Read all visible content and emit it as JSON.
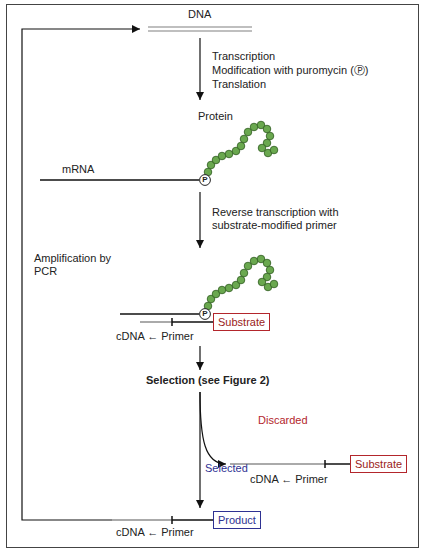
{
  "diagram": {
    "nodes": [
      {
        "text": [
          "P"
        ]
      },
      {
        "text": [
          "P"
        ]
      },
      {
        "text": [
          "Substrate"
        ]
      },
      {
        "text": [
          "Substrate"
        ]
      },
      {
        "text": [
          "Product"
        ]
      }
    ],
    "labels": [
      "DNA",
      "Transcription",
      "Modification with puromycin (Ⓟ)",
      "Translation",
      "Protein",
      "mRNA",
      "Reverse transcription with substrate-modified primer",
      "Amplification by PCR",
      "cDNA ← Primer",
      "Selection (see Figure 2)",
      "Discarded",
      "Selected",
      "cDNA ← Primer",
      "cDNA ← Primer"
    ]
  }
}
